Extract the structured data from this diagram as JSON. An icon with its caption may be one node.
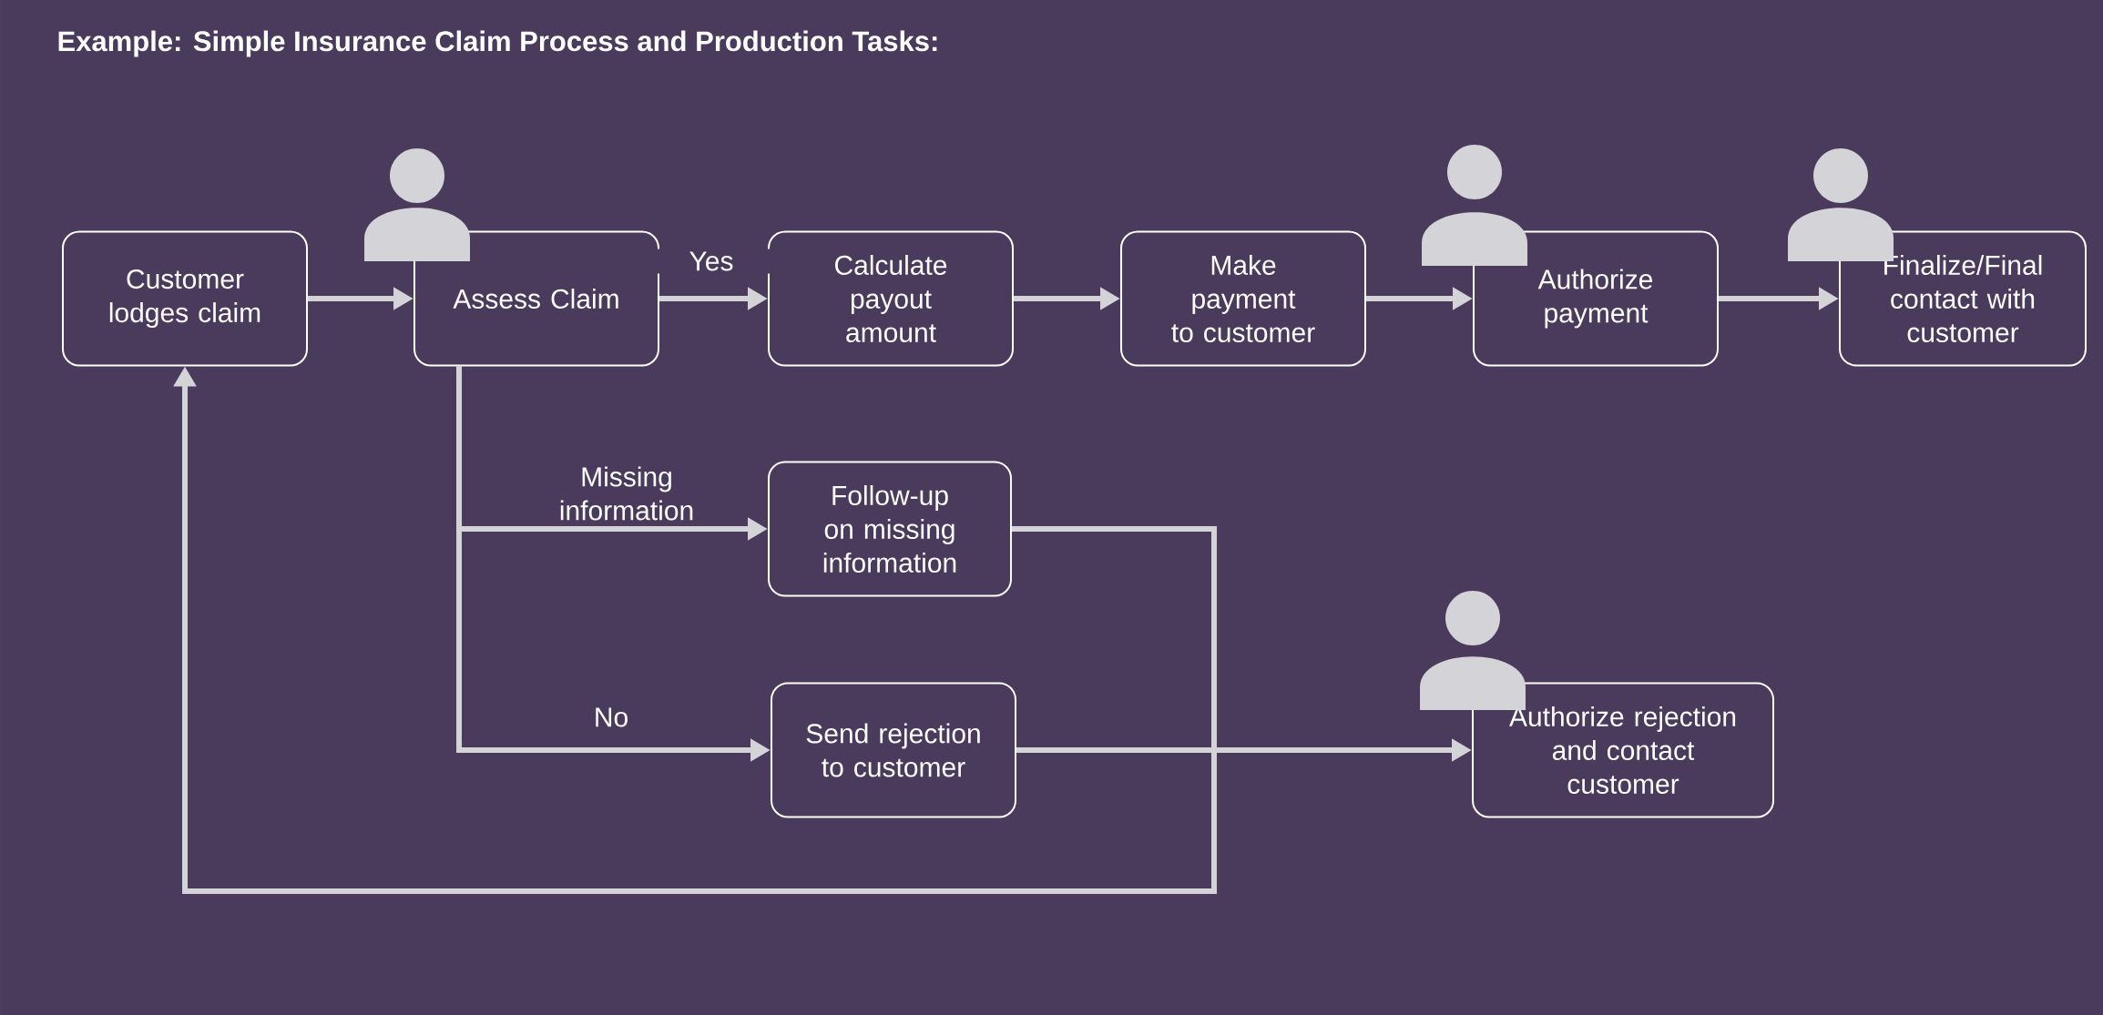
{
  "diagram": {
    "title": "Example: Simple Insurance Claim Process and Production Tasks:",
    "nodes": [
      {
        "text": [
          "Customer lodges claim"
        ]
      },
      {
        "text": [
          "Assess Claim"
        ]
      },
      {
        "text": [
          "Calculate payout amount"
        ]
      },
      {
        "text": [
          "Make payment to customer"
        ]
      },
      {
        "text": [
          "Authorize payment"
        ]
      },
      {
        "text": [
          "Finalize/Final contact with customer"
        ]
      },
      {
        "text": [
          "Follow-up on missing information"
        ]
      },
      {
        "text": [
          "Send rejection to customer"
        ]
      },
      {
        "text": [
          "Authorize rejection and contact customer"
        ]
      }
    ],
    "edges": [
      {
        "from": 0,
        "to": 1,
        "arrow": "to"
      },
      {
        "from": 1,
        "to": 2,
        "arrow": "to",
        "label": "Yes"
      },
      {
        "from": 2,
        "to": 3,
        "arrow": "to"
      },
      {
        "from": 3,
        "to": 4,
        "arrow": "to"
      },
      {
        "from": 4,
        "to": 5,
        "arrow": "to"
      },
      {
        "from": 1,
        "to": 6,
        "arrow": "to",
        "label": "Missing information"
      },
      {
        "from": 1,
        "to": 7,
        "arrow": "to",
        "label": "No"
      },
      {
        "from": 6,
        "to": 0,
        "arrow": "to"
      },
      {
        "from": 7,
        "to": 8,
        "arrow": "to"
      }
    ]
  }
}
